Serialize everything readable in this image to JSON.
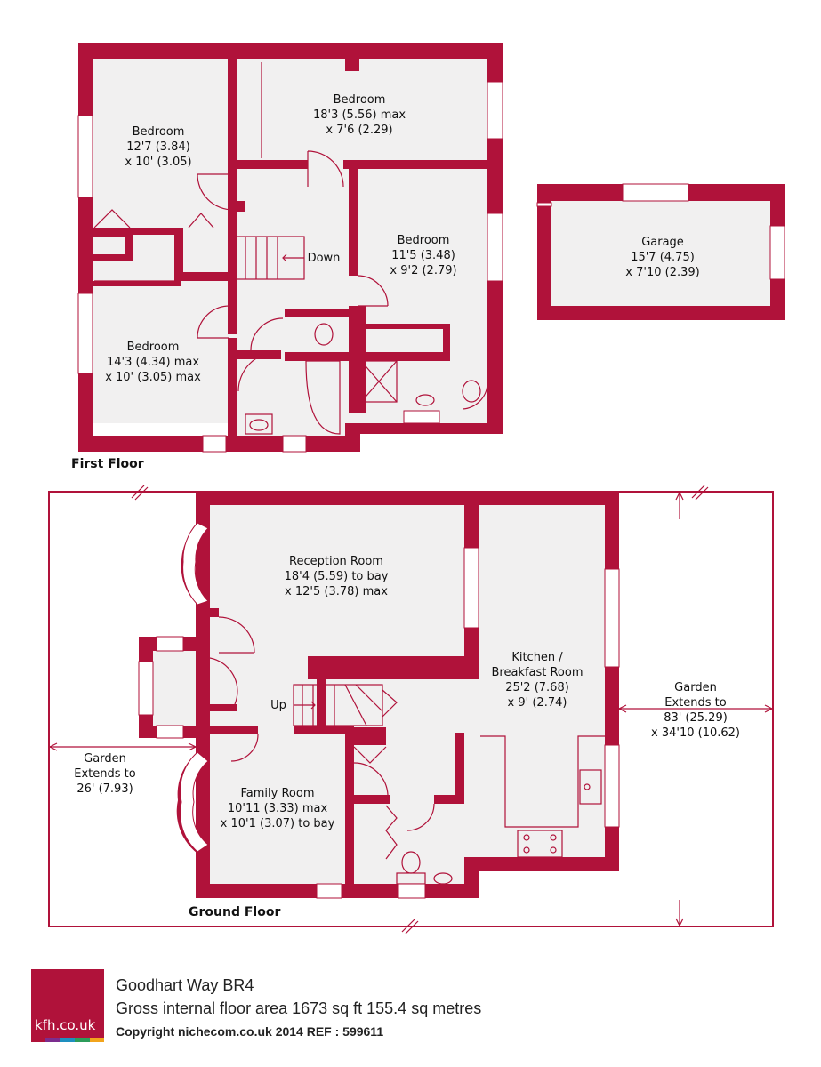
{
  "colors": {
    "wall": "#b0123a",
    "room": "#f1f0f0"
  },
  "first_floor": {
    "label": "First Floor",
    "bedroom1": {
      "name": "Bedroom",
      "dim1": "12'7 (3.84)",
      "dim2": "x 10' (3.05)"
    },
    "bedroom2": {
      "name": "Bedroom",
      "dim1": "18'3 (5.56) max",
      "dim2": "x 7'6 (2.29)"
    },
    "bedroom3": {
      "name": "Bedroom",
      "dim1": "11'5 (3.48)",
      "dim2": "x 9'2 (2.79)"
    },
    "bedroom4": {
      "name": "Bedroom",
      "dim1": "14'3 (4.34) max",
      "dim2": "x 10' (3.05) max"
    },
    "stairs_label": "Down"
  },
  "garage": {
    "name": "Garage",
    "dim1": "15'7 (4.75)",
    "dim2": "x 7'10 (2.39)"
  },
  "ground_floor": {
    "label": "Ground Floor",
    "reception": {
      "name": "Reception Room",
      "dim1": "18'4 (5.59) to bay",
      "dim2": "x 12'5 (3.78) max"
    },
    "kitchen": {
      "name1": "Kitchen /",
      "name2": "Breakfast Room",
      "dim1": "25'2 (7.68)",
      "dim2": "x 9' (2.74)"
    },
    "family": {
      "name": "Family Room",
      "dim1": "10'11 (3.33) max",
      "dim2": "x 10'1 (3.07) to bay"
    },
    "stairs_label": "Up",
    "garden_left": {
      "l1": "Garden",
      "l2": "Extends to",
      "l3": "26' (7.93)"
    },
    "garden_right": {
      "l1": "Garden",
      "l2": "Extends to",
      "l3": "83' (25.29)",
      "l4": "x 34'10 (10.62)"
    }
  },
  "footer": {
    "logo_text": "kfh.co.uk",
    "logo_colors": [
      "#b0123a",
      "#7b2d8e",
      "#1e8fbf",
      "#2c9c5a",
      "#f2a41c"
    ],
    "address": "Goodhart Way  BR4",
    "area": "Gross internal floor area 1673 sq ft 155.4 sq metres",
    "copyright": "Copyright nichecom.co.uk 2014     REF : 599611"
  }
}
